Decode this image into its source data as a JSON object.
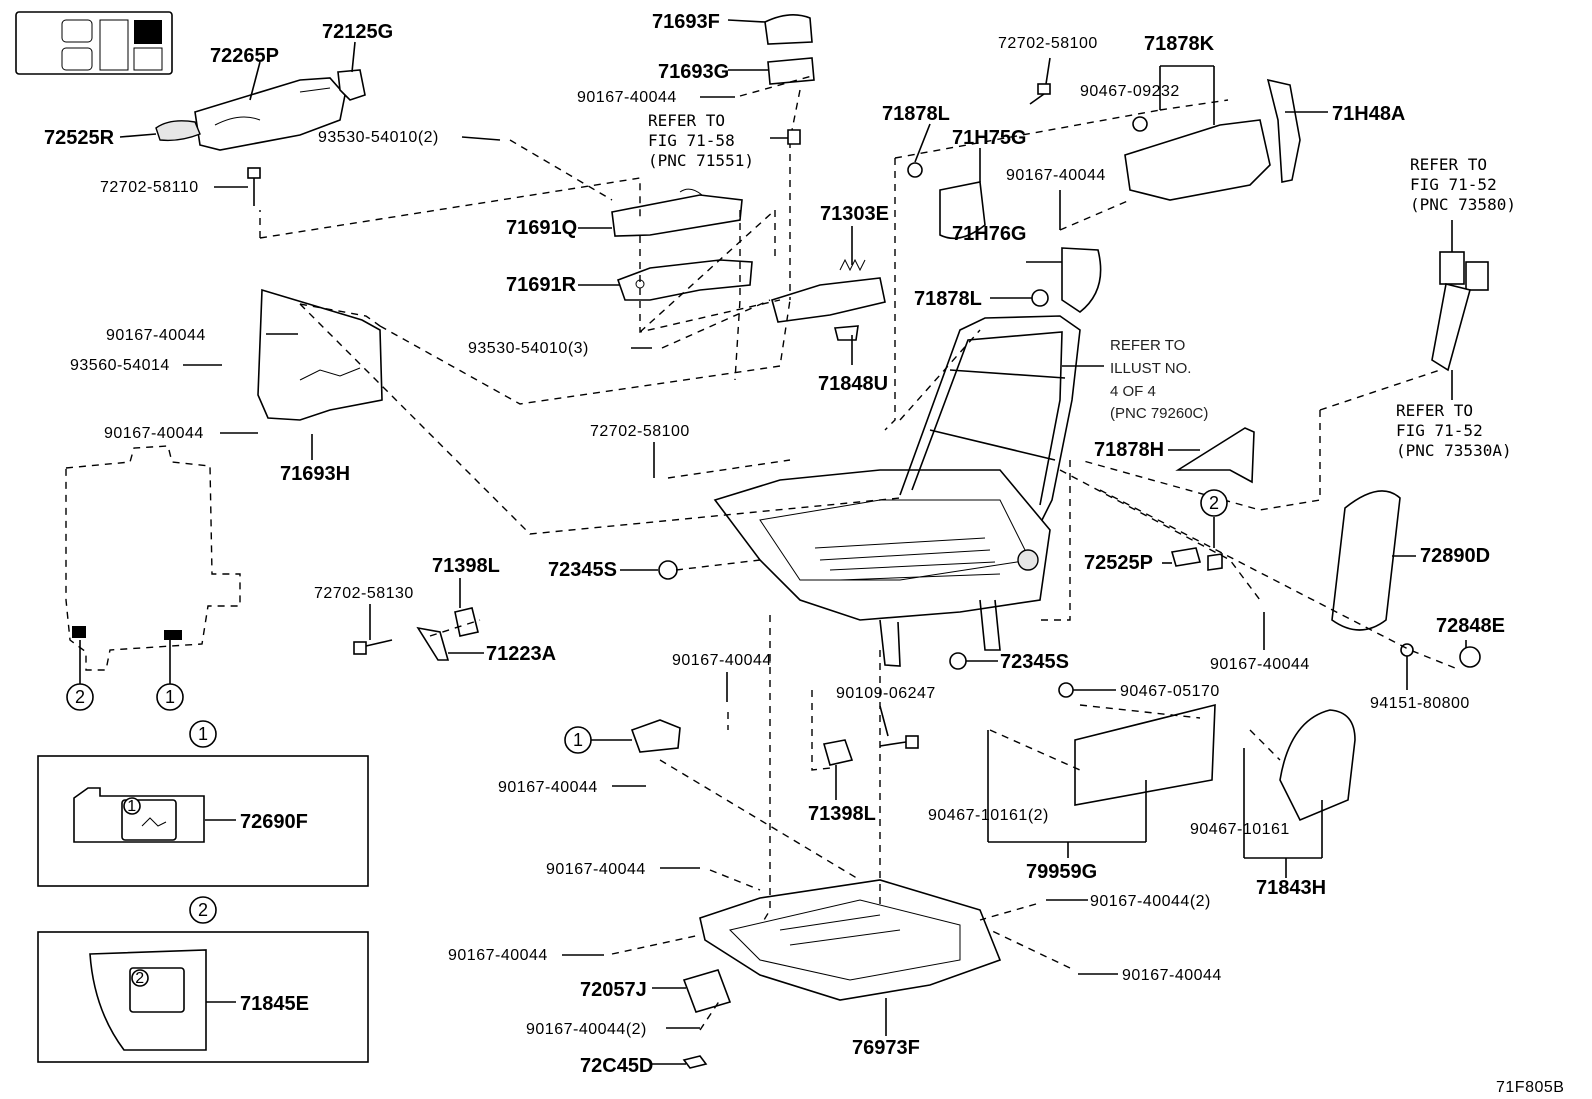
{
  "diagram_id": "71F805B",
  "callouts": {
    "c72265P": "72265P",
    "c72125G": "72125G",
    "c72525R": "72525R",
    "c72702_58110": "72702-58110",
    "c93530_54010_2": "93530-54010(2)",
    "c71693F": "71693F",
    "c71693G": "71693G",
    "c90167_40044_top": "90167-40044",
    "c71691Q": "71691Q",
    "c71691R": "71691R",
    "c93530_54010_3": "93530-54010(3)",
    "c71303E": "71303E",
    "c71848U": "71848U",
    "c72702_58100_top": "72702-58100",
    "c71878L_a": "71878L",
    "c71H75G": "71H75G",
    "c90167_40044_mid": "90167-40044",
    "c71H76G": "71H76G",
    "c71878L_b": "71878L",
    "c71878K": "71878K",
    "c90467_09232": "90467-09232",
    "c71H48A": "71H48A",
    "c90167_40044_l1": "90167-40044",
    "c93560_54014": "93560-54014",
    "c90167_40044_l2": "90167-40044",
    "c71693H": "71693H",
    "c72702_58100_mid": "72702-58100",
    "c71878H": "71878H",
    "c72345S_a": "72345S",
    "c71398L_a": "71398L",
    "c72702_58130": "72702-58130",
    "c71223A": "71223A",
    "c72525P": "72525P",
    "c72890D": "72890D",
    "c72848E": "72848E",
    "c90167_40044_r": "90167-40044",
    "c72345S_b": "72345S",
    "c94151_80800": "94151-80800",
    "c90167_40044_c1": "90167-40044",
    "c90109_06247": "90109-06247",
    "c90467_05170": "90467-05170",
    "c90167_40044_c2": "90167-40044",
    "c71398L_b": "71398L",
    "c90467_10161_2": "90467-10161(2)",
    "c79959G": "79959G",
    "c90467_10161": "90467-10161",
    "c71843H": "71843H",
    "c72690F": "72690F",
    "c71845E": "71845E",
    "c90167_40044_b1": "90167-40044",
    "c90167_40044_2b": "90167-40044(2)",
    "c90167_40044_b2": "90167-40044",
    "c90167_40044_b3": "90167-40044",
    "c72057J": "72057J",
    "c90167_40044_2c": "90167-40044(2)",
    "c72C45D": "72C45D",
    "c76973F": "76973F"
  },
  "notes": {
    "fig7158": {
      "l1": "REFER TO",
      "l2": "FIG 71-58",
      "l3": "(PNC 71551)"
    },
    "illust": {
      "l1": "REFER TO",
      "l2": "ILLUST NO.",
      "l3": "4 OF 4",
      "l4": "(PNC 79260C)"
    },
    "fig7152a": {
      "l1": "REFER TO",
      "l2": "FIG 71-52",
      "l3": "(PNC 73580)"
    },
    "fig7152b": {
      "l1": "REFER TO",
      "l2": "FIG 71-52",
      "l3": "(PNC 73530A)"
    }
  },
  "markers": {
    "one": "1",
    "two": "2"
  }
}
